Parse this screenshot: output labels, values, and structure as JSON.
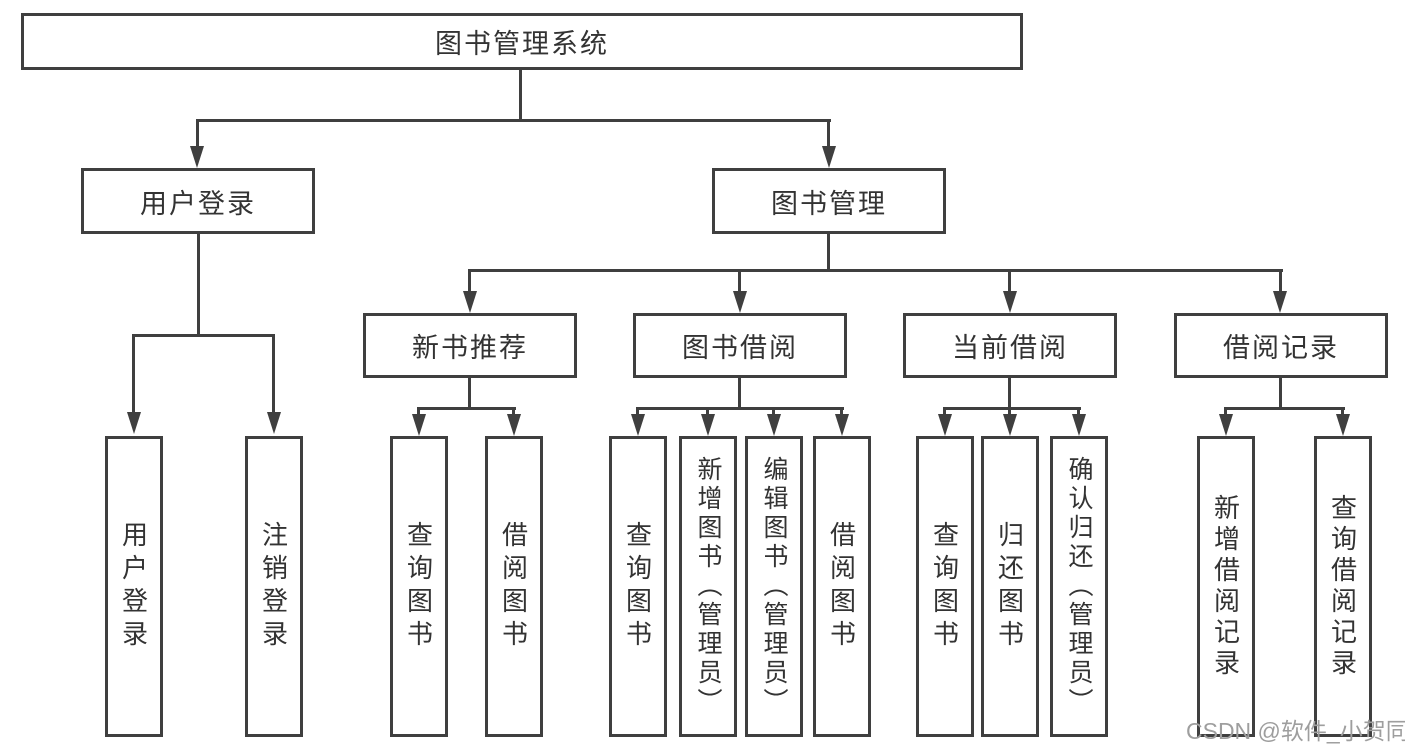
{
  "diagram": {
    "title": "图书管理系统",
    "nodes": {
      "root": "图书管理系统",
      "user_login": "用户登录",
      "book_mgmt": "图书管理",
      "new_books": "新书推荐",
      "book_borrow": "图书借阅",
      "current_borrow": "当前借阅",
      "borrow_records": "借阅记录",
      "user_login_leaf": "用户登录",
      "logout_leaf": "注销登录",
      "nb_query": "查询图书",
      "nb_borrow": "借阅图书",
      "bb_query": "查询图书",
      "bb_add": "新增图书（管理员）",
      "bb_edit": "编辑图书（管理员）",
      "bb_borrow": "借阅图书",
      "cb_query": "查询图书",
      "cb_return": "归还图书",
      "cb_confirm": "确认归还（管理员）",
      "br_add": "新增借阅记录",
      "br_query": "查询借阅记录"
    },
    "hierarchy": {
      "图书管理系统": {
        "用户登录": [
          "用户登录",
          "注销登录"
        ],
        "图书管理": {
          "新书推荐": [
            "查询图书",
            "借阅图书"
          ],
          "图书借阅": [
            "查询图书",
            "新增图书（管理员）",
            "编辑图书（管理员）",
            "借阅图书"
          ],
          "当前借阅": [
            "查询图书",
            "归还图书",
            "确认归还（管理员）"
          ],
          "借阅记录": [
            "新增借阅记录",
            "查询借阅记录"
          ]
        }
      }
    }
  },
  "watermark": "CSDN @软件_小贺同学",
  "colors": {
    "line": "#3f3f3f",
    "text": "#333333",
    "watermark": "#9e9e9e",
    "background": "#ffffff"
  }
}
